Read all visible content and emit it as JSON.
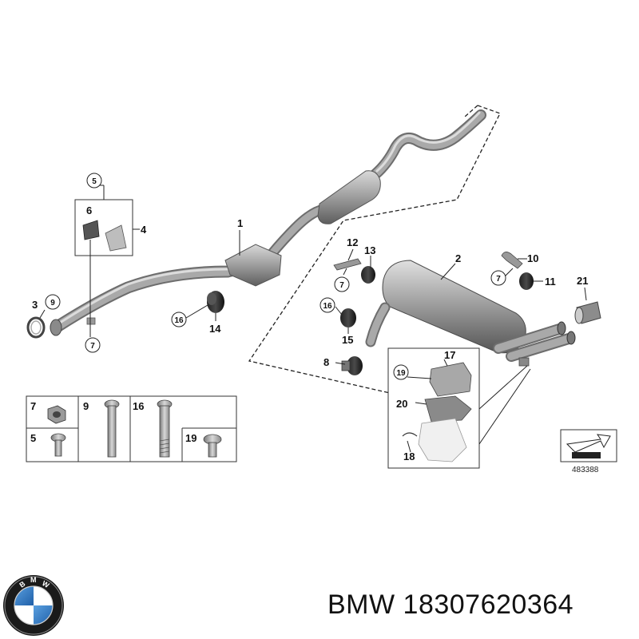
{
  "footer": {
    "brand": "BMW",
    "part_number": "18307620364"
  },
  "diagram_ref": "483388",
  "callouts": {
    "c1": "1",
    "c2": "2",
    "c3": "3",
    "c4": "4",
    "c5": "5",
    "c6": "6",
    "c7a": "7",
    "c7b": "7",
    "c7c": "7",
    "c8": "8",
    "c9": "9",
    "c10": "10",
    "c11": "11",
    "c12": "12",
    "c13": "13",
    "c14": "14",
    "c15": "15",
    "c16a": "16",
    "c16b": "16",
    "c17": "17",
    "c18": "18",
    "c19": "19",
    "c20": "20",
    "c21": "21"
  },
  "legend": {
    "items": [
      "7",
      "9",
      "16",
      "5",
      "19"
    ]
  },
  "logo": {
    "letters": "BMW",
    "colors": {
      "ring": "#1a1a1a",
      "blue": "#2f78c4",
      "white": "#ffffff"
    }
  }
}
